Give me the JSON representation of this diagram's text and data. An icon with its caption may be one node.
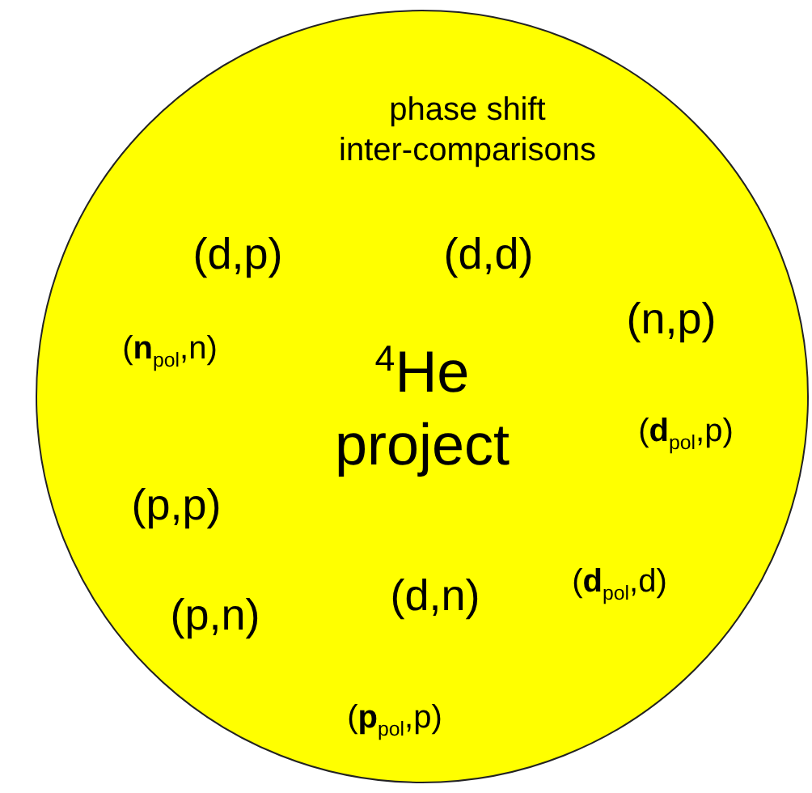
{
  "diagram": {
    "nodes": [
      {
        "text": [
          "phase shift inter-comparisons",
          "(d,p)",
          "(d,d)",
          "(n,p)",
          "(**n**$_{pol}$,n)",
          "$^{4}$He project",
          "(**d**$_{pol}$,p)",
          "(p,p)",
          "(p,n)",
          "(d,n)",
          "(**d**$_{pol}$,d)",
          "(**p**$_{pol}$,p)"
        ]
      }
    ]
  }
}
